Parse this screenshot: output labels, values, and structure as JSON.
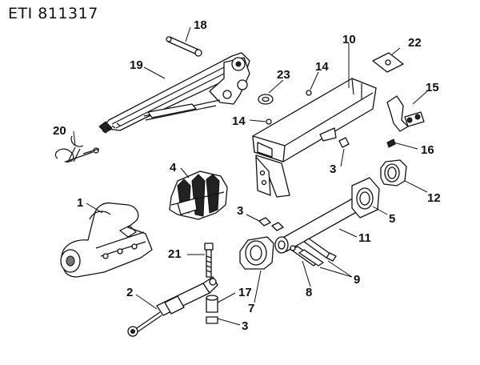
{
  "title": "ETI 811317",
  "callouts": [
    "1",
    "2",
    "3",
    "3",
    "3",
    "4",
    "5",
    "7",
    "8",
    "9",
    "10",
    "11",
    "12",
    "14",
    "14",
    "15",
    "16",
    "17",
    "18",
    "19",
    "20",
    "21",
    "22",
    "23"
  ]
}
